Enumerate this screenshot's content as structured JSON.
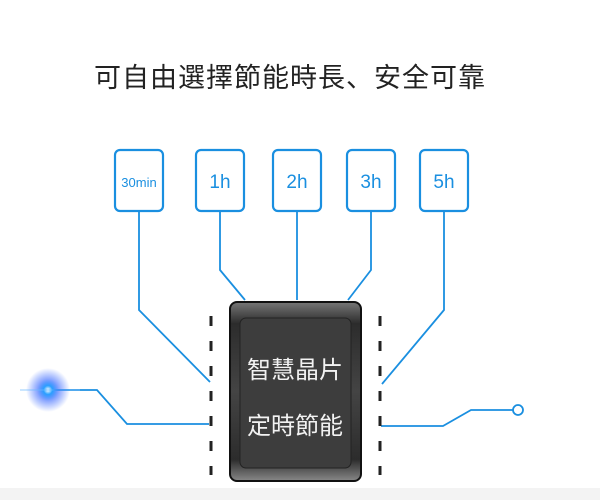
{
  "title": "可自由選擇節能時長、安全可靠",
  "timer_options": [
    "30min",
    "1h",
    "2h",
    "3h",
    "5h"
  ],
  "chip": {
    "line1": "智慧晶片",
    "line2": "定時節能"
  },
  "colors": {
    "accent": "#1a8fe0",
    "chip": "#3a3a3a"
  }
}
